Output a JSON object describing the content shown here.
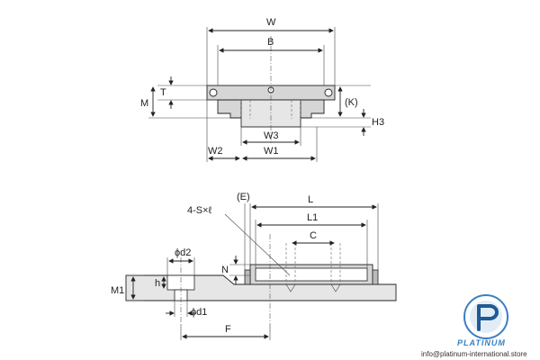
{
  "top_view": {
    "W": "W",
    "B": "B",
    "T": "T",
    "M": "M",
    "K": "(K)",
    "H3": "H3",
    "W3": "W3",
    "W2": "W2",
    "W1": "W1"
  },
  "side_view": {
    "E": "(E)",
    "screw": "4-S×ℓ",
    "L": "L",
    "L1": "L1",
    "C": "C",
    "N": "N",
    "d2": "ϕd2",
    "d1": "ϕd1",
    "M1": "M1",
    "h": "h",
    "F": "F"
  },
  "brand": {
    "logo_letter": "P",
    "name": "PLATINUM",
    "contact": "info@platinum-international.store",
    "colors": {
      "primary": "#3a7fc4",
      "dark": "#1e5a96"
    }
  }
}
